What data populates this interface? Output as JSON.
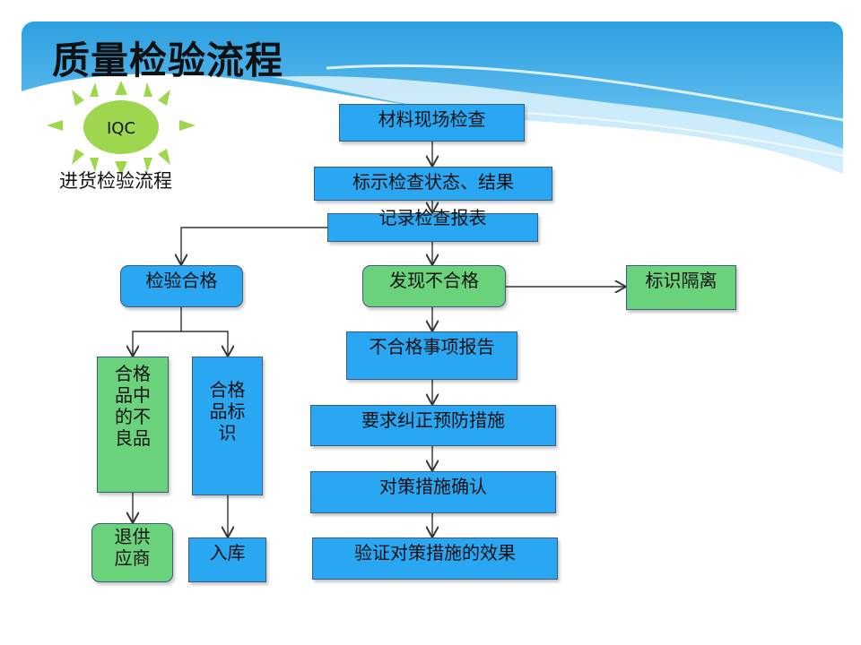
{
  "title": "质量检验流程",
  "iqc": {
    "badge": "IQC",
    "label": "进货检验流程"
  },
  "colors": {
    "process_blue": "#29a7f3",
    "result_green": "#6ad27a",
    "border": "#3b5c7c"
  },
  "flow": {
    "material_check": "材料现场检查",
    "mark_status": "标示检查状态、结果",
    "record_report": "记录检查报表",
    "pass": "检验合格",
    "fail": "发现不合格",
    "mark_isolate": "标识隔离",
    "defects_in_pass": "合格品中的不良品",
    "pass_mark": "合格品标识",
    "return_supplier": "退供应商",
    "warehouse": "入库",
    "nonconformity_report": "不合格事项报告",
    "corrective_action": "要求纠正预防措施",
    "measure_confirm": "对策措施确认",
    "verify_effect": "验证对策措施的效果"
  }
}
